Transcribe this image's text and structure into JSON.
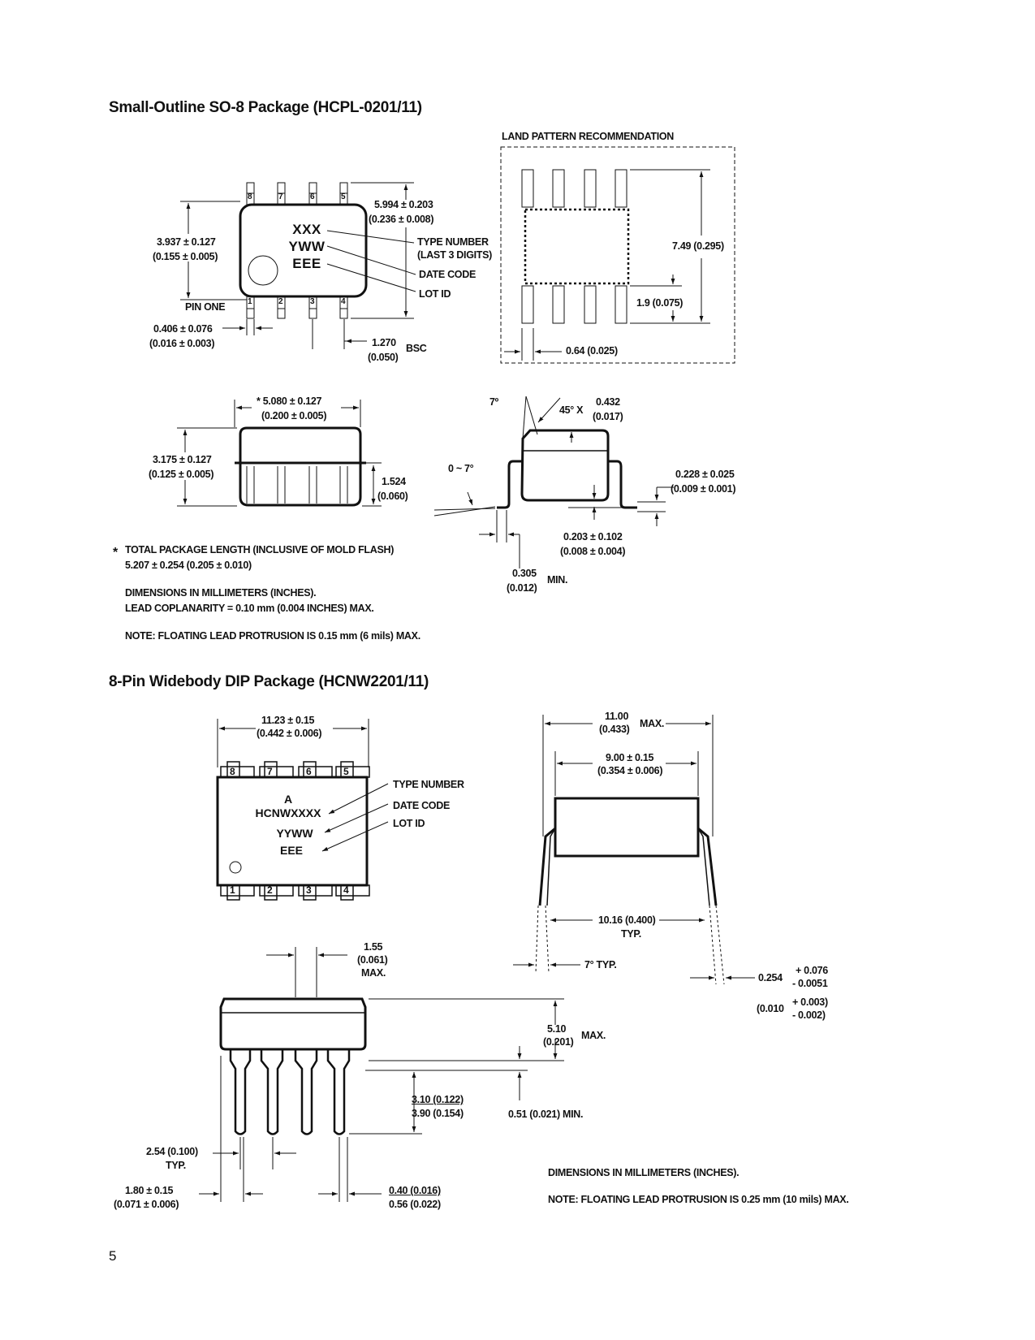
{
  "so8": {
    "title": "Small-Outline SO-8 Package (HCPL-0201/11)",
    "land_pattern_title": "LAND PATTERN RECOMMENDATION",
    "body_width_mm": "5.994 ± 0.203",
    "body_width_in": "(0.236 ± 0.008)",
    "height_mm": "3.937 ± 0.127",
    "height_in": "(0.155 ± 0.005)",
    "marking": [
      "XXX",
      "YWW",
      "EEE"
    ],
    "callouts": [
      "TYPE NUMBER",
      "(LAST 3 DIGITS)",
      "DATE CODE",
      "LOT ID"
    ],
    "pin_one": "PIN ONE",
    "pins_top": [
      "8",
      "7",
      "6",
      "5"
    ],
    "pins_bottom": [
      "1",
      "2",
      "3",
      "4"
    ],
    "lead_width_mm": "0.406 ± 0.076",
    "lead_width_in": "(0.016 ± 0.003)",
    "pitch_mm": "1.270",
    "pitch_in": "(0.050)",
    "pitch_note": "BSC",
    "land_span": "7.49 (0.295)",
    "land_length": "1.9 (0.075)",
    "land_width": "0.64 (0.025)",
    "length_mm": "* 5.080 ± 0.127",
    "length_in": "(0.200 ± 0.005)",
    "side_height_mm": "3.175 ± 0.127",
    "side_height_in": "(0.125 ± 0.005)",
    "seat_mm": "1.524",
    "seat_in": "(0.060)",
    "angle_7": "7º",
    "chamfer": "45° X",
    "chamfer_mm": "0.432",
    "chamfer_in": "(0.017)",
    "angle_range": "0 ~ 7°",
    "thick_mm": "0.228 ± 0.025",
    "thick_in": "(0.009 ± 0.001)",
    "standoff_mm": "0.203 ± 0.102",
    "standoff_in": "(0.008 ± 0.004)",
    "foot_mm": "0.305",
    "foot_in": "(0.012)",
    "foot_note": "MIN.",
    "note_star": "*",
    "note1": "TOTAL PACKAGE LENGTH (INCLUSIVE OF MOLD FLASH)",
    "note2": "5.207 ± 0.254 (0.205 ± 0.010)",
    "note3": "DIMENSIONS IN MILLIMETERS (INCHES).",
    "note4": "LEAD COPLANARITY = 0.10 mm (0.004 INCHES) MAX.",
    "note5": "NOTE: FLOATING LEAD PROTRUSION IS 0.15 mm (6 mils) MAX."
  },
  "dip": {
    "title": "8-Pin Widebody DIP Package (HCNW2201/11)",
    "width_mm": "11.23 ± 0.15",
    "width_in": "(0.442 ± 0.006)",
    "pins_top": [
      "8",
      "7",
      "6",
      "5"
    ],
    "pins_bottom": [
      "1",
      "2",
      "3",
      "4"
    ],
    "marking": [
      "A",
      "HCNWXXXX",
      "YYWW",
      "EEE"
    ],
    "callouts": [
      "TYPE NUMBER",
      "DATE CODE",
      "LOT ID"
    ],
    "overall_mm": "11.00",
    "overall_in": "(0.433)",
    "overall_note": "MAX.",
    "body_mm": "9.00 ± 0.15",
    "body_in": "(0.354 ± 0.006)",
    "row_spacing": "10.16 (0.400)",
    "row_note": "TYP.",
    "angle": "7° TYP.",
    "lead_thick": "0.254",
    "tol_plus_mm": "+ 0.076",
    "tol_minus_mm": "- 0.0051",
    "lead_thick_in": "(0.010",
    "tol_plus_in": "+ 0.003)",
    "tol_minus_in": "- 0.002)",
    "shoulder_mm": "1.55",
    "shoulder_in": "(0.061)",
    "shoulder_note": "MAX.",
    "height_mm": "5.10",
    "height_in": "(0.201)",
    "height_note": "MAX.",
    "lead_len_a": "3.10 (0.122)",
    "lead_len_b": "3.90 (0.154)",
    "standoff": "0.51 (0.021) MIN.",
    "pitch_mm": "2.54 (0.100)",
    "pitch_note": "TYP.",
    "endlead_mm": "1.80 ± 0.15",
    "endlead_in": "(0.071 ± 0.006)",
    "leadw_a": "0.40 (0.016)",
    "leadw_b": "0.56 (0.022)",
    "note1": "DIMENSIONS IN MILLIMETERS (INCHES).",
    "note2": "NOTE: FLOATING LEAD PROTRUSION IS 0.25 mm (10 mils) MAX."
  },
  "page_number": "5"
}
